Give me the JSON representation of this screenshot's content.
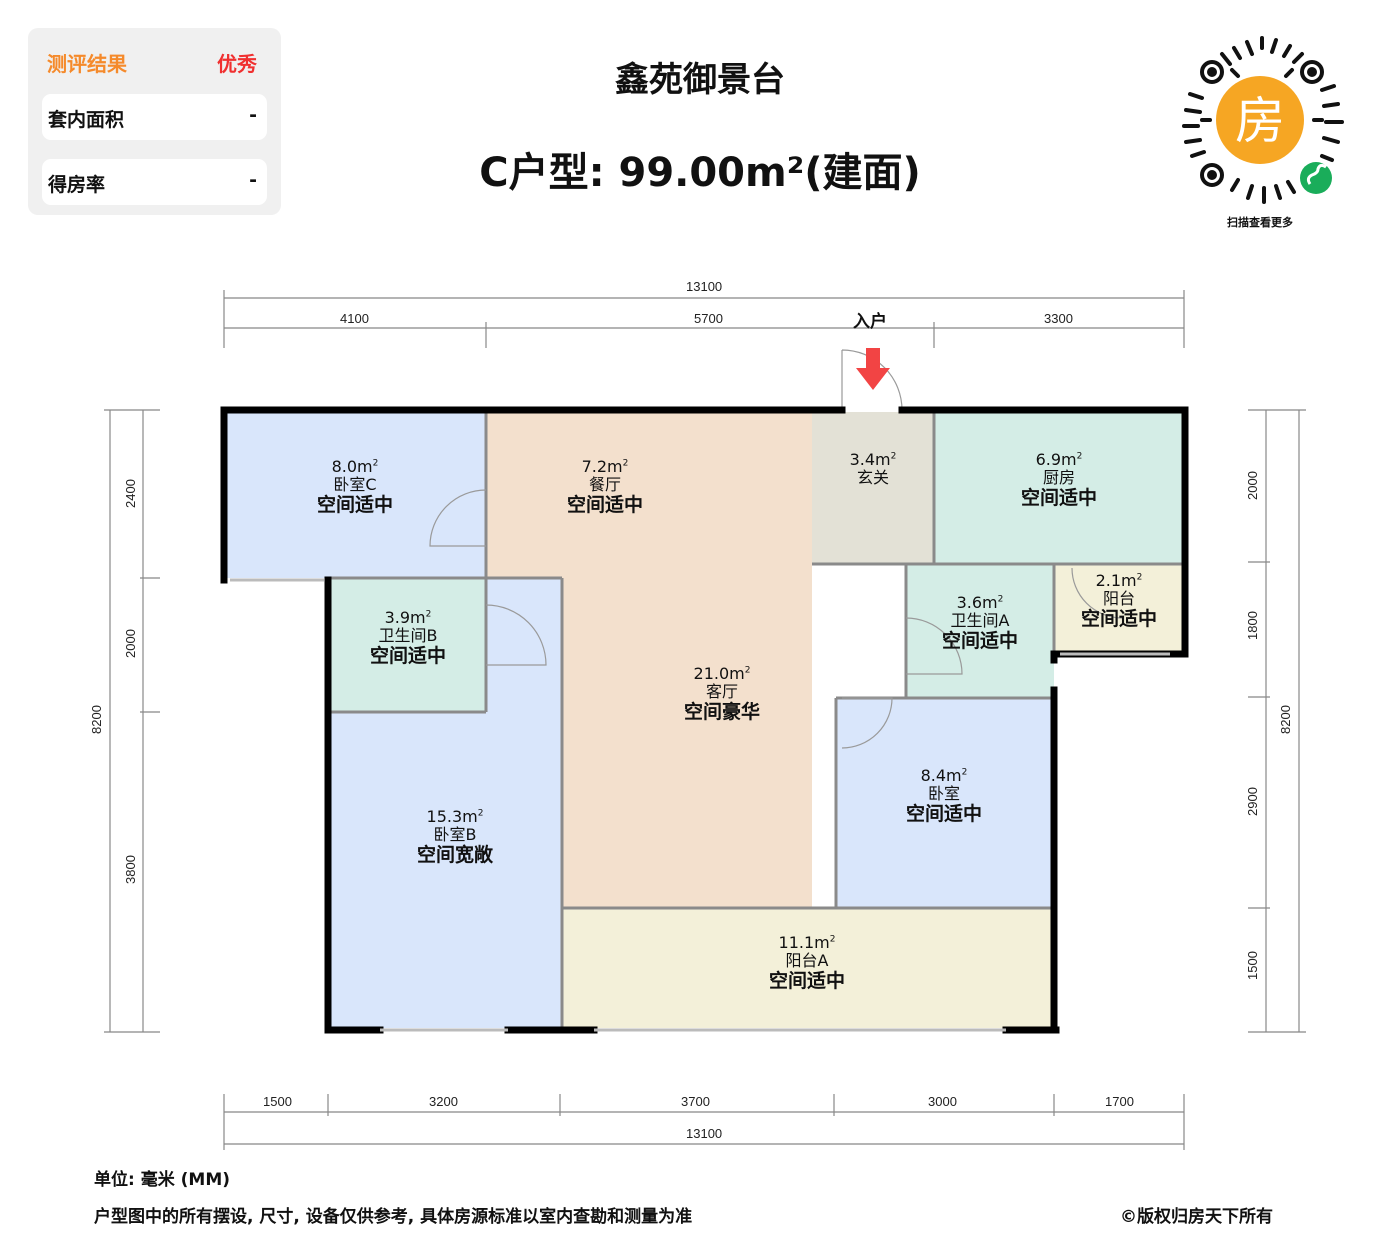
{
  "evaluation": {
    "header_label": "测评结果",
    "header_value": "优秀",
    "rows": [
      {
        "label": "套内面积",
        "value": "-"
      },
      {
        "label": "得房率",
        "value": "-"
      }
    ],
    "colors": {
      "label": "#f58a2b",
      "value": "#f03030"
    }
  },
  "header": {
    "project_name": "鑫苑御景台",
    "unit_type": "C户型: 99.00m²(建面)"
  },
  "qr": {
    "center_glyph": "房",
    "caption": "扫描查看更多",
    "icon": "mini-program-icon"
  },
  "entry_label": "入户",
  "dimensions": {
    "top_total": "13100",
    "top_segments": [
      "4100",
      "5700",
      "3300"
    ],
    "bottom_segments": [
      "1500",
      "3200",
      "3700",
      "3000",
      "1700"
    ],
    "bottom_total": "13100",
    "left_total": "8200",
    "left_segments": [
      "2400",
      "2000",
      "3800"
    ],
    "right_total": "8200",
    "right_segments": [
      "2000",
      "1800",
      "2900",
      "1500"
    ]
  },
  "rooms": [
    {
      "id": "bedroom-c",
      "area": "8.0m",
      "name": "卧室C",
      "desc": "空间适中",
      "color": "#d9e6fb"
    },
    {
      "id": "dining",
      "area": "7.2m",
      "name": "餐厅",
      "desc": "空间适中",
      "color": "#f3e0cd"
    },
    {
      "id": "foyer",
      "area": "3.4m",
      "name": "玄关",
      "desc": "",
      "color": "#e3e1d6"
    },
    {
      "id": "kitchen",
      "area": "6.9m",
      "name": "厨房",
      "desc": "空间适中",
      "color": "#d4ede6"
    },
    {
      "id": "bathroom-b",
      "area": "3.9m",
      "name": "卫生间B",
      "desc": "空间适中",
      "color": "#d4ede6"
    },
    {
      "id": "balcony",
      "area": "2.1m",
      "name": "阳台",
      "desc": "空间适中",
      "color": "#f3f0d9"
    },
    {
      "id": "bathroom-a",
      "area": "3.6m",
      "name": "卫生间A",
      "desc": "空间适中",
      "color": "#d4ede6"
    },
    {
      "id": "living",
      "area": "21.0m",
      "name": "客厅",
      "desc": "空间豪华",
      "color": "#f3e0cd"
    },
    {
      "id": "bedroom",
      "area": "8.4m",
      "name": "卧室",
      "desc": "空间适中",
      "color": "#d9e6fb"
    },
    {
      "id": "bedroom-b",
      "area": "15.3m",
      "name": "卧室B",
      "desc": "空间宽敞",
      "color": "#d9e6fb"
    },
    {
      "id": "balcony-a",
      "area": "11.1m",
      "name": "阳台A",
      "desc": "空间适中",
      "color": "#f3f0d9"
    }
  ],
  "footer": {
    "unit": "单位: 毫米 (MM)",
    "disclaimer": "户型图中的所有摆设, 尺寸, 设备仅供参考, 具体房源标准以室内查勘和测量为准",
    "copyright": "©版权归房天下所有"
  }
}
